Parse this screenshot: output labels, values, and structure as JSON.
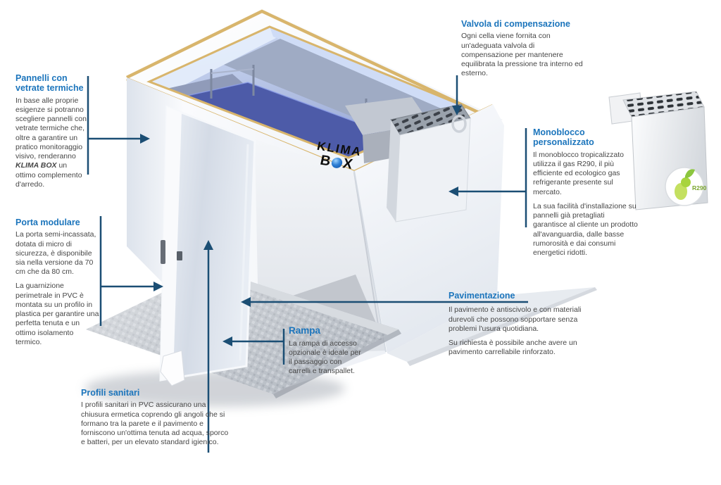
{
  "brand": {
    "logo_line1": "KLIMA",
    "logo_line2_left": "B",
    "logo_line2_right": "X"
  },
  "colors": {
    "heading_blue": "#1C75BC",
    "body_text": "#474747",
    "connector_navy": "#1B4E74",
    "gold_trim": "#D8B56C",
    "interior_blue": "#4D5BA8",
    "badge_green": "#8CC63F"
  },
  "annotations": {
    "pannelli": {
      "title": "Pannelli con vetrate termiche",
      "body_before": "In base alle proprie esigenze si potranno scegliere pannelli con vetrate termiche che, oltre a garantire un pratico monitoraggio visivo, renderanno ",
      "body_brand": "KLIMA BOX",
      "body_after": " un ottimo complemento d'arredo."
    },
    "porta": {
      "title": "Porta modulare",
      "para1": "La porta semi-incassata, dotata di micro di sicurezza, è disponibile sia nella versione da 70 cm che da 80 cm.",
      "para2": "La guarnizione perimetrale in PVC è montata su un profilo in plastica per garantire una perfetta tenuta e un ottimo isolamento termico."
    },
    "profili": {
      "title": "Profili sanitari",
      "para1": "I profili sanitari in PVC assicurano una chiusura ermetica coprendo gli angoli che si formano tra la parete e il pavimento e forniscono un'ottima tenuta ad acqua, sporco e batteri, per un elevato standard igienico."
    },
    "rampa": {
      "title": "Rampa",
      "para1": "La rampa di accesso opzionale è ideale per il passaggio con carrelli e transpallet."
    },
    "valvola": {
      "title": "Valvola di compensazione",
      "para1": "Ogni cella viene fornita con un'adeguata valvola di compensazione per mantenere equilibrata la pressione tra interno ed esterno."
    },
    "monoblocco": {
      "title": "Monoblocco personalizzato",
      "para1": "Il monoblocco tropicalizzato utilizza il gas R290, il più efficiente ed ecologico gas refrigerante presente sul mercato.",
      "para2": "La sua facilità d'installazione su pannelli già pretagliati garantisce al cliente un prodotto all'avanguardia, dalle basse rumorosità e dai consumi energetici ridotti."
    },
    "pavimentazione": {
      "title": "Pavimentazione",
      "para1": "Il pavimento è antiscivolo e con materiali durevoli che possono sopportare senza problemi l'usura quotidiana.",
      "para2": "Su richiesta è possibile anche avere un pavimento carrellabile rinforzato."
    }
  },
  "badge": {
    "label": "R290"
  }
}
